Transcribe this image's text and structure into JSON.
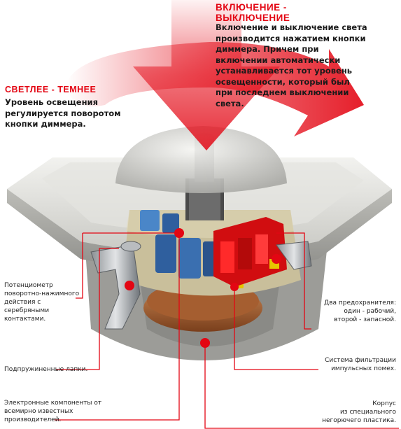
{
  "top_callout": {
    "heading_line1": "ВКЛЮЧЕНИЕ -",
    "heading_line2": "ВЫКЛЮЧЕНИЕ",
    "body": [
      "Включение и выключение света",
      "производится нажатием кнопки",
      "диммера. Причем при",
      "включении автоматически",
      "устанавливается тот уровень",
      "освещенности, который был",
      "при последнем выключении",
      "света."
    ]
  },
  "left_callout": {
    "heading": "СВЕТЛЕЕ - ТЕМНЕЕ",
    "body": [
      "Уровень освещения",
      "регулируется поворотом",
      "кнопки диммера."
    ]
  },
  "labels": {
    "potentiometer": [
      "Потенциометр",
      "поворотно-нажимного",
      "действия с",
      "серебряными",
      "контактами."
    ],
    "spring_tabs": [
      "Подпружиненные лапки."
    ],
    "electronics": [
      "Электронные компоненты от",
      "всемирно известных",
      "производителей."
    ],
    "fuses": [
      "Два предохранителя:",
      "один - рабочий,",
      "второй - запасной."
    ],
    "filter": [
      "Система фильтрации",
      "импульсных помех."
    ],
    "housing": [
      "Корпус",
      "из специального",
      "негорючего пластика."
    ]
  },
  "colors": {
    "accent": "#e30613",
    "text": "#1a1a1a",
    "frame": "#d8d8d4",
    "relay_red": "#d10d10",
    "capacitor_blue": "#2f5f9e",
    "copper": "#b86b3c"
  }
}
